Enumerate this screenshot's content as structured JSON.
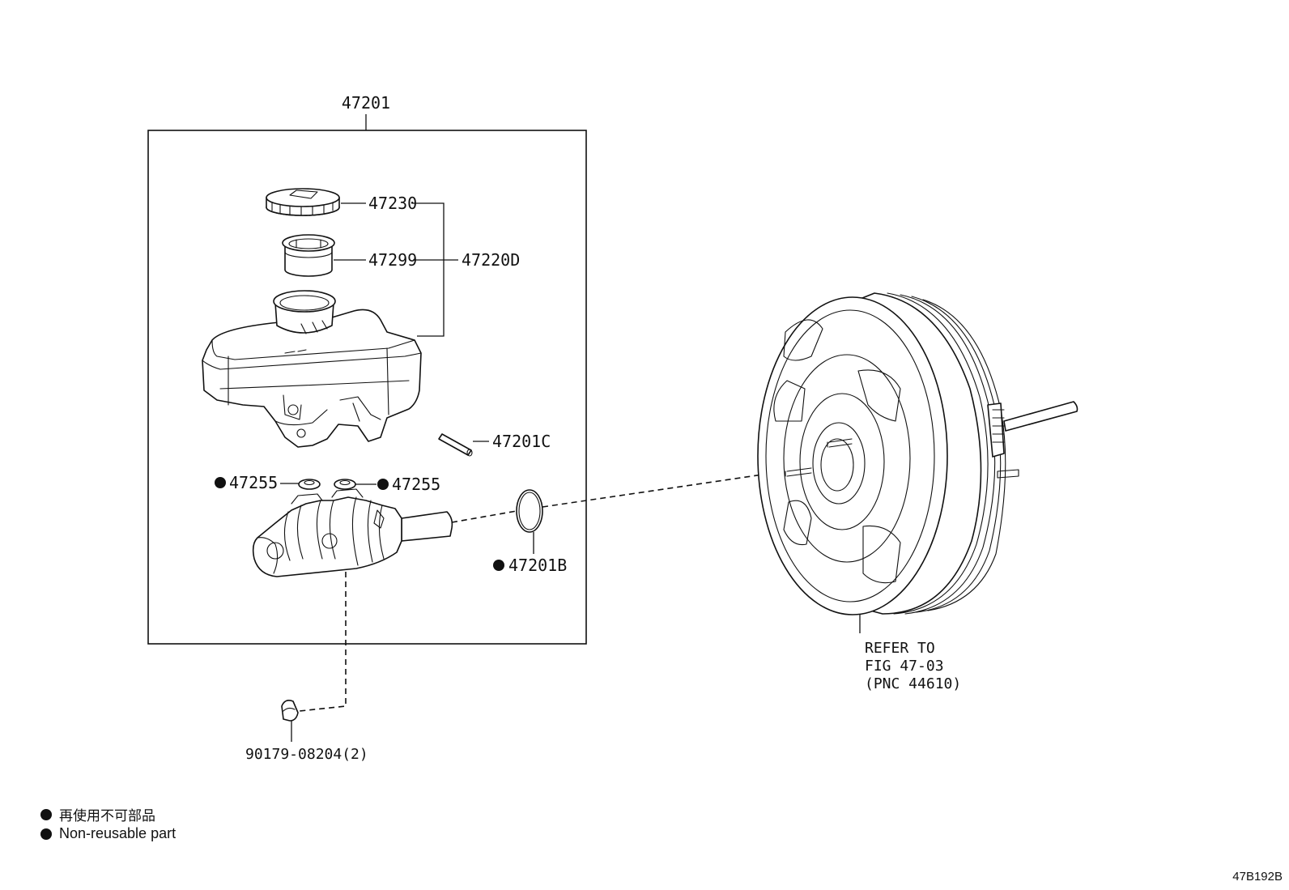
{
  "assembly": {
    "part_number": "47201"
  },
  "parts": {
    "cap": "47230",
    "strainer": "47299",
    "reservoir_subassy": "47220D",
    "pin": "47201C",
    "grommet_left": "47255",
    "grommet_right": "47255",
    "o_ring": "47201B",
    "plug": "90179-08204(2)"
  },
  "booster_reference": {
    "line1": "REFER TO",
    "line2": "FIG 47-03",
    "line3": "(PNC 44610)"
  },
  "legend": {
    "japanese": "再使用不可部品",
    "english": "Non-reusable part"
  },
  "figure_code": "47B192B"
}
